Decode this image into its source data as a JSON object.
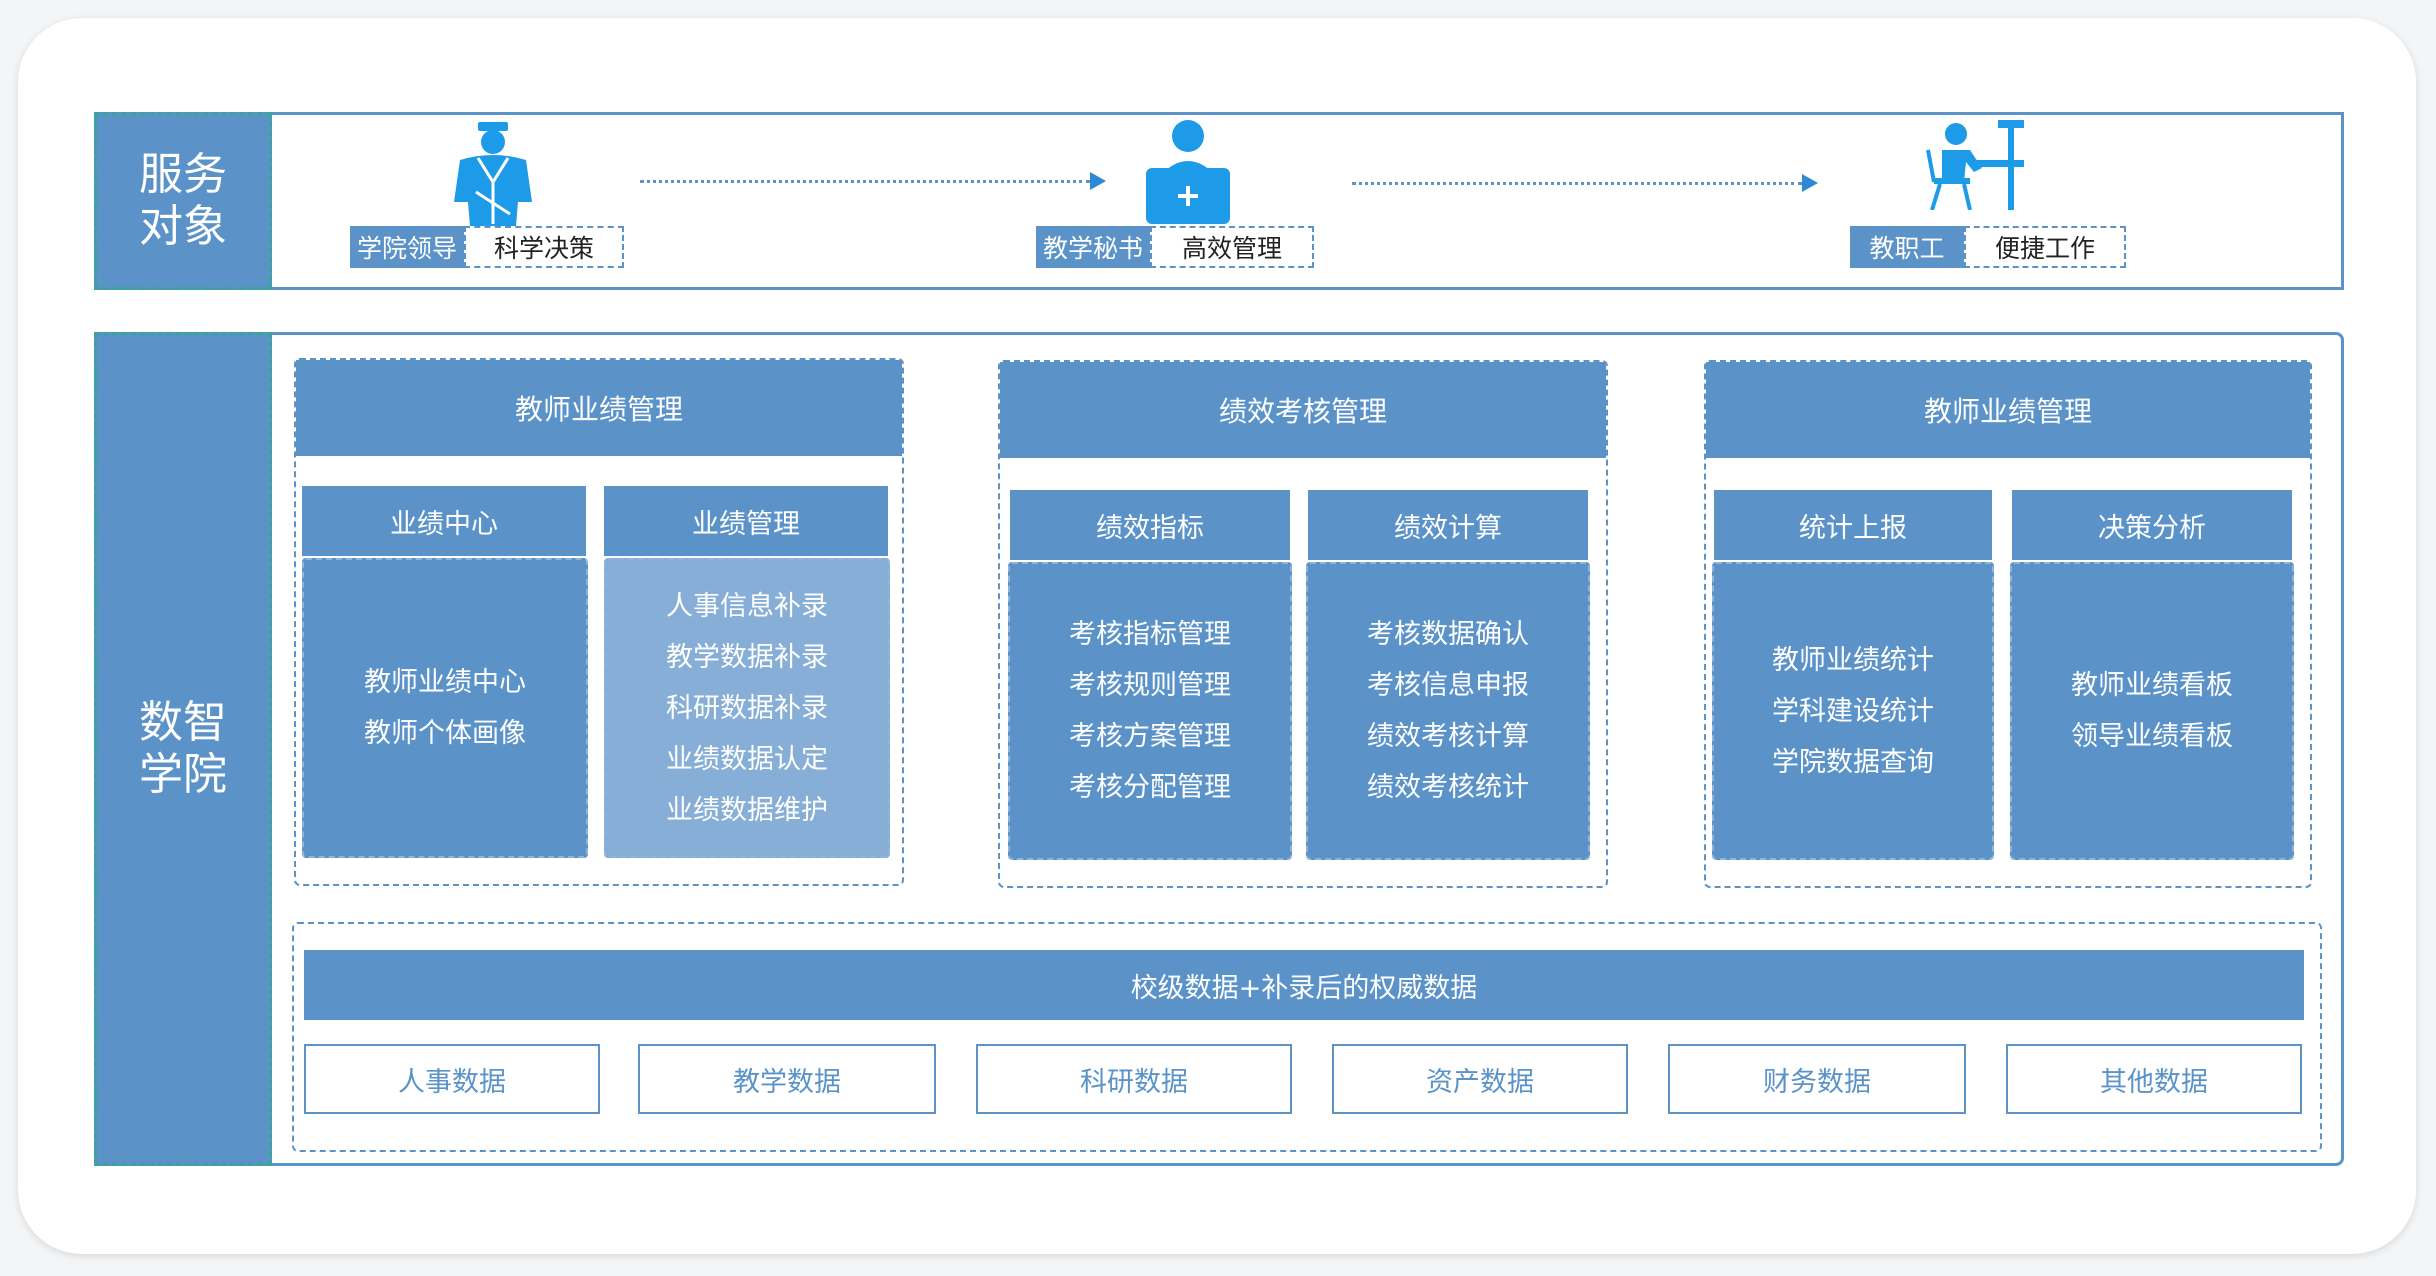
{
  "service": {
    "side_label": "服务\n对象",
    "roles": [
      {
        "role": "学院领导",
        "goal": "科学决策",
        "icon": "academic-gown-person-icon"
      },
      {
        "role": "教学秘书",
        "goal": "高效管理",
        "icon": "secretary-with-briefcase-icon"
      },
      {
        "role": "教职工",
        "goal": "便捷工作",
        "icon": "staff-at-desk-icon"
      }
    ]
  },
  "main": {
    "side_label": "数智\n学院",
    "groups": [
      {
        "title": "教师业绩管理",
        "subs": [
          {
            "title": "业绩中心",
            "items": [
              "教师业绩中心",
              "教师个体画像"
            ]
          },
          {
            "title": "业绩管理",
            "items": [
              "人事信息补录",
              "教学数据补录",
              "科研数据补录",
              "业绩数据认定",
              "业绩数据维护"
            ]
          }
        ]
      },
      {
        "title": "绩效考核管理",
        "subs": [
          {
            "title": "绩效指标",
            "items": [
              "考核指标管理",
              "考核规则管理",
              "考核方案管理",
              "考核分配管理"
            ]
          },
          {
            "title": "绩效计算",
            "items": [
              "考核数据确认",
              "考核信息申报",
              "绩效考核计算",
              "绩效考核统计"
            ]
          }
        ]
      },
      {
        "title": "教师业绩管理",
        "subs": [
          {
            "title": "统计上报",
            "items": [
              "教师业绩统计",
              "学科建设统计",
              "学院数据查询"
            ]
          },
          {
            "title": "决策分析",
            "items": [
              "教师业绩看板",
              "领导业绩看板"
            ]
          }
        ]
      }
    ],
    "data_title": "校级数据+补录后的权威数据",
    "data_sources": [
      "人事数据",
      "教学数据",
      "科研数据",
      "资产数据",
      "财务数据",
      "其他数据"
    ]
  },
  "colors": {
    "primary": "#5b93c9",
    "light": "#86aed6",
    "teal_border": "#3aa39a",
    "arrow": "#2d88d6"
  }
}
